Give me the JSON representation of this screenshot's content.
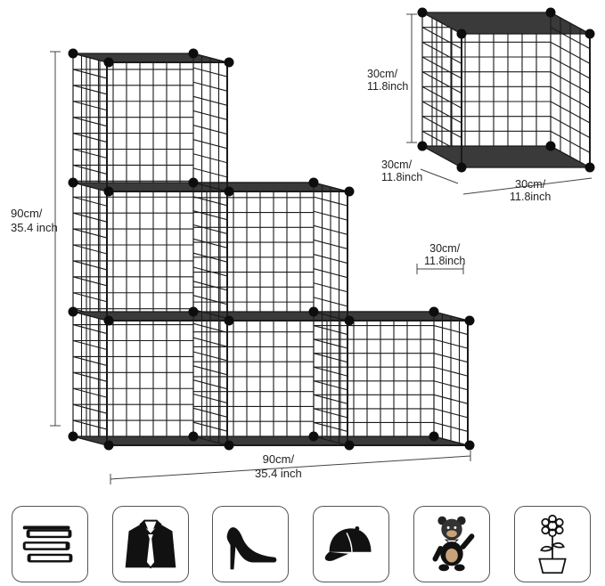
{
  "colors": {
    "frame": "#1a1a1a",
    "panel": "#3a3a3a",
    "dim_line": "#444444",
    "text": "#222222"
  },
  "dimensions": {
    "main_height": {
      "metric": "90cm/",
      "imperial": "35.4 inch"
    },
    "main_width": {
      "metric": "90cm/",
      "imperial": "35.4 inch"
    },
    "cube_depth": {
      "metric": "30cm/",
      "imperial": "11.8inch"
    },
    "single_height": {
      "metric": "30cm/",
      "imperial": "11.8inch"
    },
    "single_depth": {
      "metric": "30cm/",
      "imperial": "11.8inch"
    },
    "single_width": {
      "metric": "30cm/",
      "imperial": "11.8inch"
    }
  },
  "use_icons": [
    {
      "name": "books-icon"
    },
    {
      "name": "shirt-tie-icon"
    },
    {
      "name": "high-heel-icon"
    },
    {
      "name": "cap-icon"
    },
    {
      "name": "teddy-bear-icon"
    },
    {
      "name": "flower-pot-icon"
    }
  ]
}
